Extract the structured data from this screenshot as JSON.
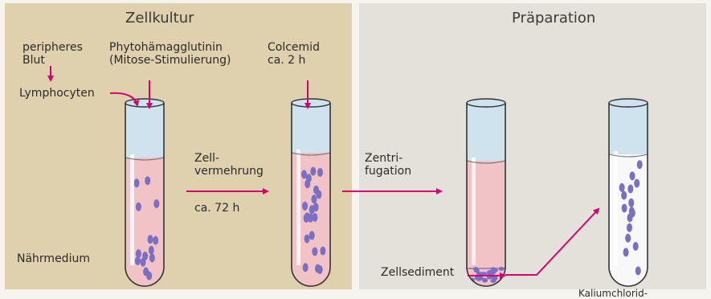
{
  "panels": {
    "left_title": "Zellkultur",
    "right_title": "Präparation"
  },
  "labels": {
    "blood": "peripheres\nBlut",
    "lymphocytes": "Lymphocyten",
    "pha": "Phytohämagglutinin\n(Mitose-Stimulierung)",
    "colcemid": "Colcemid\nca. 2 h",
    "proliferation": "Zell-\nvermehrung",
    "duration": "ca. 72 h",
    "medium": "Nährmedium",
    "centrifugation": "Zentri-\nfugation",
    "sediment": "Zellsediment",
    "bottom_partial": "Kaliumchlorid-"
  },
  "colors": {
    "arrow": "#d6006e",
    "medium": "#f2c3c6",
    "tube_glass": "#cfe3ef",
    "cell": "#7a6fc2",
    "hypotonic": "#f9f8f8",
    "panel_left": "#dfd1ad",
    "panel_right": "#e4e1db"
  }
}
